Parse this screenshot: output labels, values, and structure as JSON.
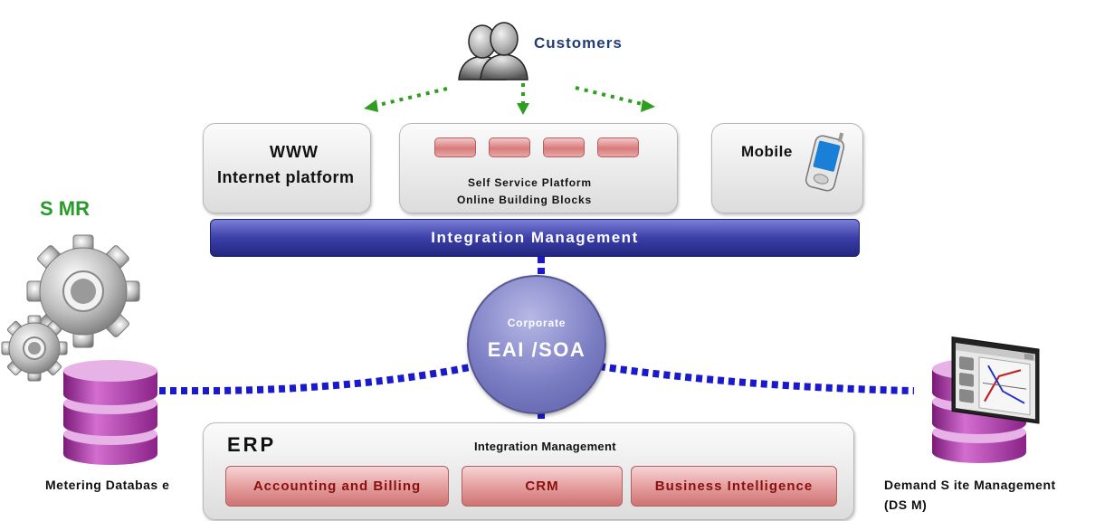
{
  "customers": {
    "label": "Customers"
  },
  "www": {
    "line1": "WWW",
    "line2": "Internet platform"
  },
  "self_service": {
    "line1": "Self Service Platform",
    "line2": "Online Building Blocks"
  },
  "mobile": {
    "label": "Mobile"
  },
  "smr": {
    "label": "S MR"
  },
  "integration_bar": {
    "label": "Integration  Management"
  },
  "eai": {
    "line1": "Corporate",
    "line2": "EAI /SOA"
  },
  "erp": {
    "title": "ERP",
    "subtitle": "Integration Management",
    "modules": [
      "Accounting and Billing",
      "CRM",
      "Business Intelligence"
    ]
  },
  "metering": {
    "label": "Metering Databas e"
  },
  "dsm": {
    "line1": "Demand S ite Management",
    "line2": "(DS M)"
  },
  "colors": {
    "customers_text": "#1f3d7a",
    "smr_text": "#2a9a2a",
    "arrow_green": "#2e9e1f",
    "connector_blue": "#1a1acc",
    "integration_bar": "#3b3fa8",
    "module_red": "#d77a7a",
    "database_purple": "#a0309a"
  },
  "icons": [
    "users-icon",
    "mobile-phone-icon",
    "gears-icon",
    "database-icon",
    "map-window-icon"
  ]
}
